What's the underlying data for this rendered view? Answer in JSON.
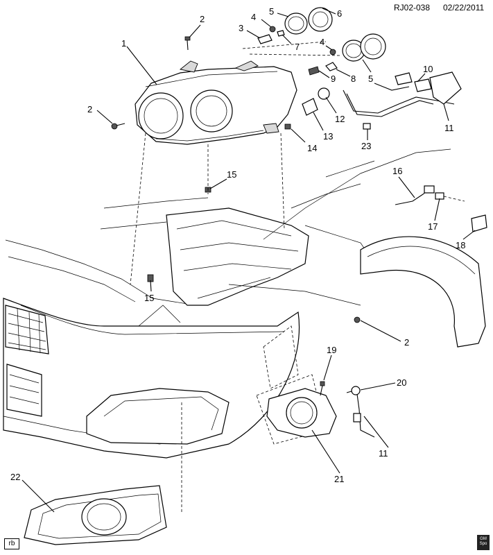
{
  "header": {
    "drawing_code": "RJ02-038",
    "date": "02/22/2011"
  },
  "footer": {
    "corner_tag": "rb",
    "logo_lines": [
      "GM",
      "Spo"
    ]
  },
  "callouts": [
    {
      "id": "c1",
      "label": "1"
    },
    {
      "id": "c2a",
      "label": "2"
    },
    {
      "id": "c2b",
      "label": "2"
    },
    {
      "id": "c2c",
      "label": "2"
    },
    {
      "id": "c3",
      "label": "3"
    },
    {
      "id": "c4a",
      "label": "4"
    },
    {
      "id": "c4b",
      "label": "4"
    },
    {
      "id": "c5a",
      "label": "5"
    },
    {
      "id": "c5b",
      "label": "5"
    },
    {
      "id": "c6",
      "label": "6"
    },
    {
      "id": "c7",
      "label": "7"
    },
    {
      "id": "c8",
      "label": "8"
    },
    {
      "id": "c9",
      "label": "9"
    },
    {
      "id": "c10",
      "label": "10"
    },
    {
      "id": "c11a",
      "label": "11"
    },
    {
      "id": "c11b",
      "label": "11"
    },
    {
      "id": "c12",
      "label": "12"
    },
    {
      "id": "c13",
      "label": "13"
    },
    {
      "id": "c14",
      "label": "14"
    },
    {
      "id": "c15a",
      "label": "15"
    },
    {
      "id": "c15b",
      "label": "15"
    },
    {
      "id": "c16",
      "label": "16"
    },
    {
      "id": "c17",
      "label": "17"
    },
    {
      "id": "c18",
      "label": "18"
    },
    {
      "id": "c19",
      "label": "19"
    },
    {
      "id": "c20",
      "label": "20"
    },
    {
      "id": "c21",
      "label": "21"
    },
    {
      "id": "c22",
      "label": "22"
    },
    {
      "id": "c23",
      "label": "23"
    }
  ]
}
